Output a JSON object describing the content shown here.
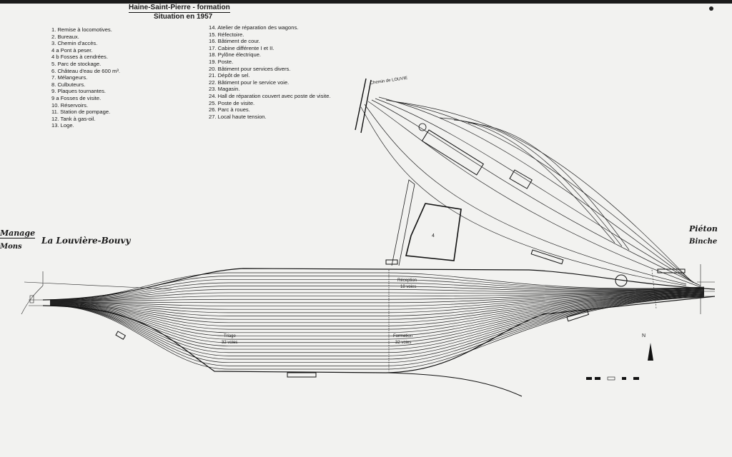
{
  "header": {
    "title": "Haine-Saint-Pierre - formation",
    "subtitle": "Situation en 1957"
  },
  "legend_col1": [
    "1. Remise à locomotives.",
    "2. Bureaux.",
    "3. Chemin d'accès.",
    "4 a Pont à peser.",
    "4 b Fosses à cendrées.",
    "5. Parc de stockage.",
    "6. Château d'eau de 600 m³.",
    "7. Mélangeurs.",
    "8. Culbuteurs.",
    "9. Plaques tournantes.",
    "9 a Fosses de visite.",
    "10. Réservoirs.",
    "11. Station de pompage.",
    "12. Tank à gas-oil.",
    "13. Loge."
  ],
  "legend_col2": [
    "14. Atelier de réparation des wagons.",
    "15. Réfectoire.",
    "16. Bâtiment de cour.",
    "17. Cabine différente I et II.",
    "18. Pylône électrique.",
    "19. Poste.",
    "20. Bâtiment pour services divers.",
    "21. Dépôt de sel.",
    "22. Bâtiment pour le service voie.",
    "23. Magasin.",
    "24. Hall de réparation couvert avec poste de visite.",
    "25. Poste de visite.",
    "26. Parc à roues.",
    "27. Local haute tension."
  ],
  "places": {
    "manage": "Manage",
    "mons": "Mons",
    "louviere": "La Louvière-Bouvy",
    "pieton": "Piéton",
    "binche": "Binche"
  },
  "map_labels": {
    "chemin_louvie": "Chemin de LOUVIE",
    "reception": "Réception",
    "reception_voies": "18 voies",
    "triage": "Triage",
    "triage_voies": "32 voies",
    "formation": "Formation",
    "formation_voies": "32 voies",
    "north": "N",
    "building_4": "4"
  },
  "colors": {
    "ink": "#1a1a1a",
    "paper": "#f2f2f0"
  }
}
